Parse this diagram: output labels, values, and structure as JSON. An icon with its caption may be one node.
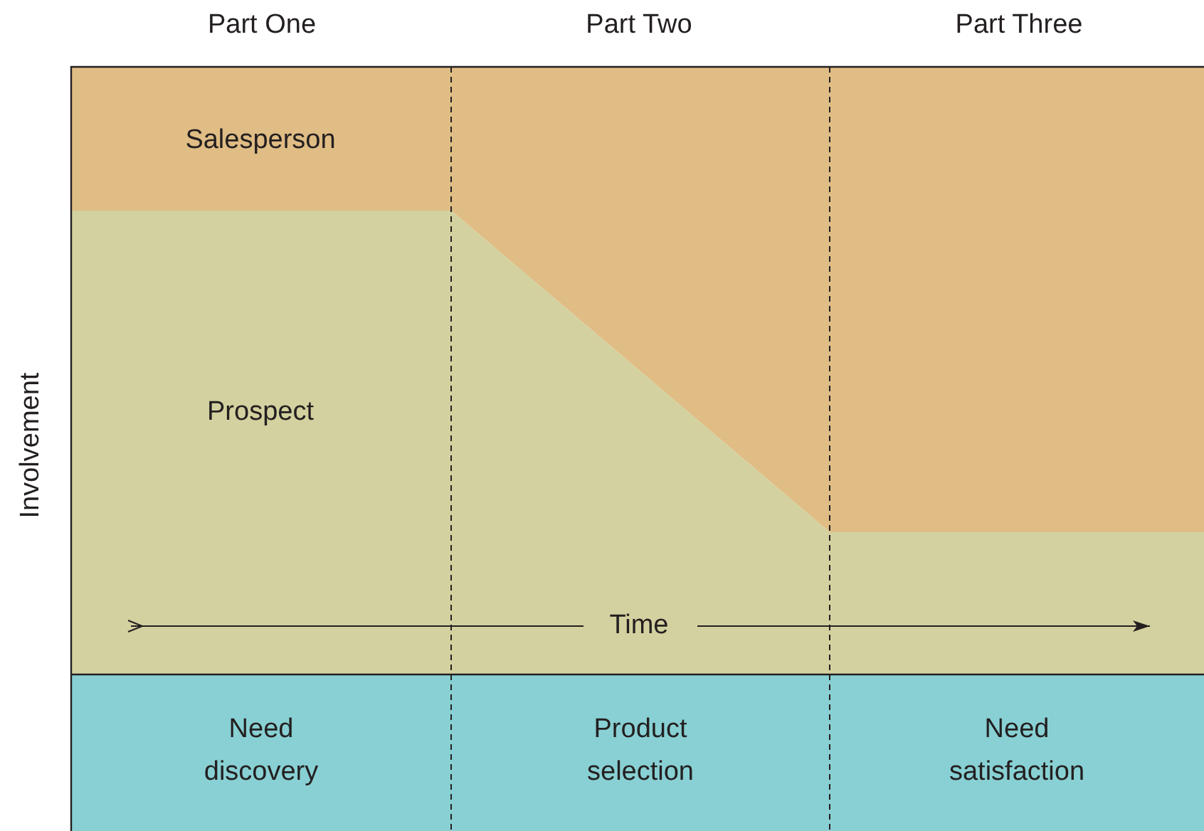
{
  "diagram": {
    "nodes": [
      {
        "text": [
          "Salesperson"
        ]
      },
      {
        "text": [
          "Prospect"
        ]
      },
      {
        "text": [
          "Need discovery"
        ]
      },
      {
        "text": [
          "Product selection"
        ]
      },
      {
        "text": [
          "Need satisfaction"
        ]
      }
    ],
    "labels": [
      "Part One",
      "Part Two",
      "Part Three",
      "Involvement",
      "Time"
    ]
  }
}
